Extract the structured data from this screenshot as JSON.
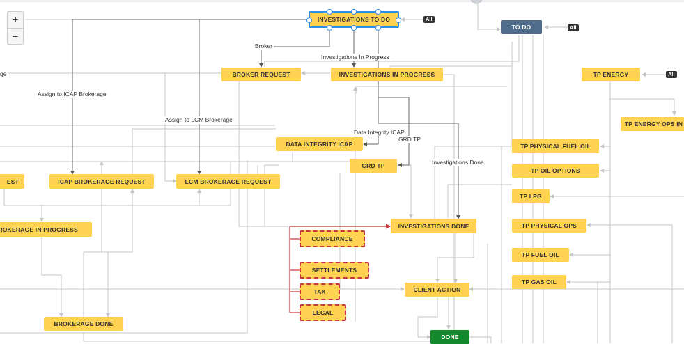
{
  "zoom": {
    "in_label": "+",
    "out_label": "−"
  },
  "badge_all": "All",
  "nodes": {
    "investigations_to_do": "INVESTIGATIONS TO DO",
    "to_do": "TO DO",
    "broker_request": "BROKER REQUEST",
    "investigations_in_progress": "INVESTIGATIONS IN PROGRESS",
    "tp_energy": "TP ENERGY",
    "tp_energy_ops": "TP ENERGY OPS IN",
    "data_integrity_icap": "DATA INTEGRITY ICAP",
    "grd_tp": "GRD TP",
    "tp_physical_fuel_oil": "TP PHYSICAL FUEL OIL",
    "tp_oil_options": "TP OIL OPTIONS",
    "tp_lpg": "TP LPG",
    "tp_physical_ops": "TP PHYSICAL OPS",
    "tp_fuel_oil": "TP FUEL OIL",
    "tp_gas_oil": "TP GAS OIL",
    "est_partial": "EST",
    "icap_brokerage_request": "ICAP BROKERAGE REQUEST",
    "lcm_brokerage_request": "LCM BROKERAGE REQUEST",
    "brokerage_in_progress": "BROKERAGE IN PROGRESS",
    "investigations_done": "INVESTIGATIONS DONE",
    "compliance": "COMPLIANCE",
    "settlements": "SETTLEMENTS",
    "tax": "TAX",
    "legal": "LEGAL",
    "client_action": "CLIENT ACTION",
    "brokerage_done": "BROKERAGE DONE",
    "done": "DONE"
  },
  "transitions": {
    "broker": "Broker",
    "investigations_in_progress": "Investigations In Progress",
    "assign_icap": "Assign to ICAP Brokerage",
    "assign_lcm": "Assign to LCM Brokerage",
    "data_integrity_icap": "Data Integrity ICAP",
    "grd_tp": "GRD TP",
    "investigations_done": "Investigations Done",
    "ge_partial": "ge"
  },
  "colors": {
    "status_yellow": "#ffd351",
    "todo_blue": "#4f6c8b",
    "done_green": "#14892c",
    "selected_border": "#2f8ee6",
    "dashed_red": "#c6373f"
  }
}
